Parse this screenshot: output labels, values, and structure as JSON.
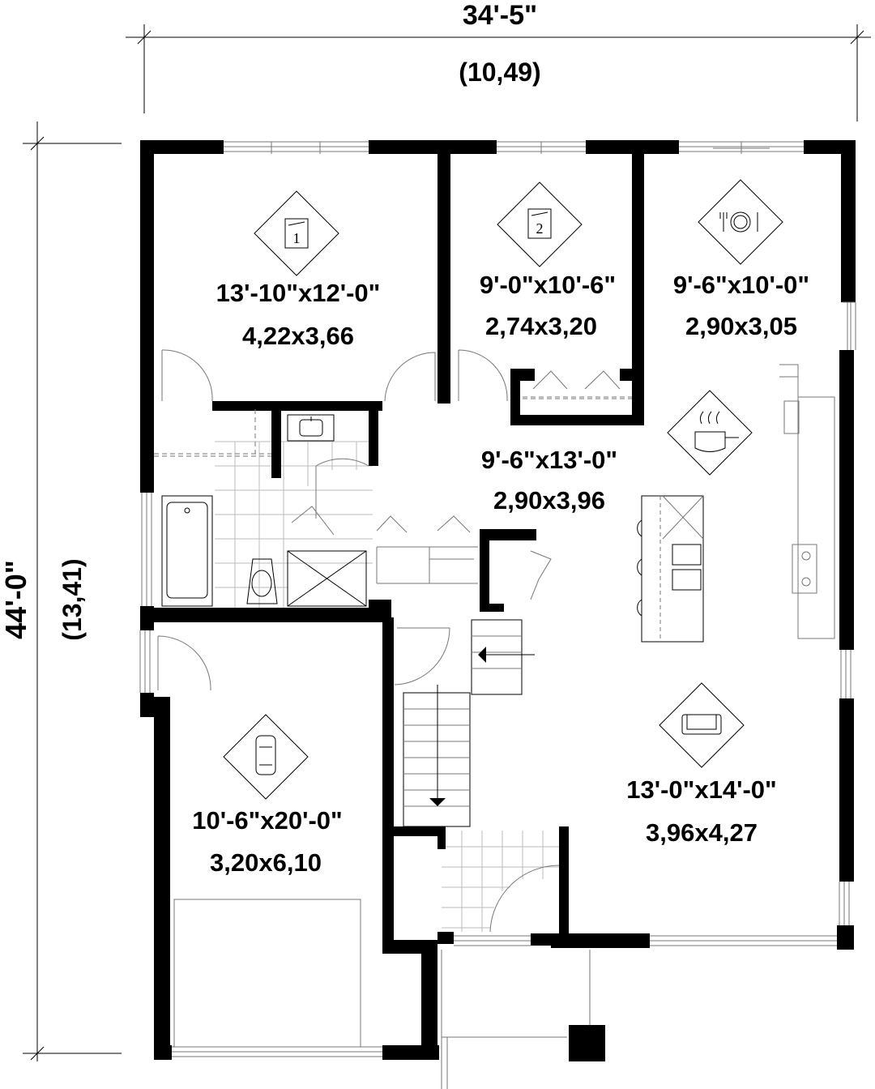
{
  "dimensions": {
    "width_imperial": "34'-5\"",
    "width_metric": "(10,49)",
    "depth_imperial": "44'-0\"",
    "depth_metric": "(13,41)"
  },
  "rooms": {
    "bedroom1": {
      "icon": "bedroom-1-icon",
      "imperial": "13'-10\"x12'-0\"",
      "metric": "4,22x3,66"
    },
    "bedroom2": {
      "icon": "bedroom-2-icon",
      "imperial": "9'-0\"x10'-6\"",
      "metric": "2,74x3,20"
    },
    "dining": {
      "icon": "dining-icon",
      "imperial": "9'-6\"x10'-0\"",
      "metric": "2,90x3,05"
    },
    "kitchen": {
      "icon": "kitchen-icon",
      "imperial": "9'-6\"x13'-0\"",
      "metric": "2,90x3,96"
    },
    "living": {
      "icon": "living-icon",
      "imperial": "13'-0\"x14'-0\"",
      "metric": "3,96x4,27"
    },
    "garage": {
      "icon": "garage-icon",
      "imperial": "10'-6\"x20'-0\"",
      "metric": "3,20x6,10"
    }
  },
  "icon_digits": {
    "bedroom1": "1",
    "bedroom2": "2"
  }
}
